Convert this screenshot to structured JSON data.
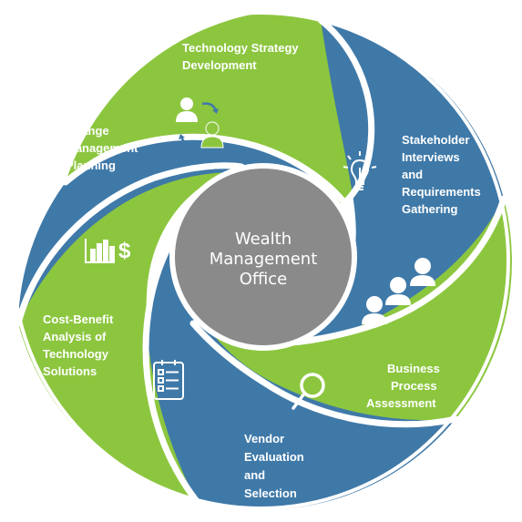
{
  "center": {
    "lines": [
      "Wealth",
      "Management",
      "Office"
    ]
  },
  "colors": {
    "blue": "#3f79a8",
    "green": "#8cc63f",
    "center_gray": "#8a8a8a",
    "ring": "#ffffff"
  },
  "segments": [
    {
      "id": "tech-strategy",
      "color": "green",
      "icon": "users-exchange-icon",
      "lines": [
        "Technology Strategy",
        "Development"
      ]
    },
    {
      "id": "stakeholder",
      "color": "blue",
      "icon": "lightbulb-icon",
      "lines": [
        "Stakeholder",
        "Interviews",
        "and",
        "Requirements",
        "Gathering"
      ]
    },
    {
      "id": "business-process",
      "color": "green",
      "icon": "magnifier-icon",
      "lines": [
        "Business",
        "Process",
        "Assessment"
      ]
    },
    {
      "id": "vendor",
      "color": "blue",
      "icon": "checklist-icon",
      "lines": [
        "Vendor",
        "Evaluation",
        "and",
        "Selection"
      ]
    },
    {
      "id": "cost-benefit",
      "color": "green",
      "icon": "chart-dollar-icon",
      "lines": [
        "Cost-Benefit",
        "Analysis of",
        "Technology",
        "Solutions"
      ]
    },
    {
      "id": "change-mgmt",
      "color": "blue",
      "icon": "people-group-icon",
      "lines": [
        "Change",
        "Management",
        "Planning"
      ]
    }
  ]
}
